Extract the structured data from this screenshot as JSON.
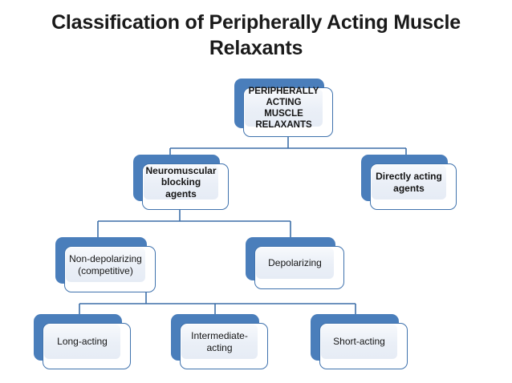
{
  "title": "Classification of Peripherally Acting Muscle Relaxants",
  "theme": {
    "shadow_blue": "#4a7ebb",
    "border_blue": "#3f72ad",
    "connector_blue": "#3d6fa8",
    "panel_fill": "#eaeff7",
    "text_color": "#151515",
    "background": "#ffffff"
  },
  "chart_data": {
    "type": "diagram",
    "subtype": "hierarchy-tree",
    "title": "Classification of Peripherally Acting Muscle Relaxants",
    "levels": 4,
    "nodes": [
      {
        "id": "root",
        "label": "PERIPHERALLY ACTING MUSCLE RELAXANTS",
        "level": 0,
        "style": "uppercase-bold",
        "parent": null
      },
      {
        "id": "nmba",
        "label": "Neuromuscular blocking agents",
        "level": 1,
        "style": "bold",
        "parent": "root"
      },
      {
        "id": "direct",
        "label": "Directly acting agents",
        "level": 1,
        "style": "bold",
        "parent": "root"
      },
      {
        "id": "nondepol",
        "label": "Non-depolarizing (competitive)",
        "level": 2,
        "style": "regular",
        "parent": "nmba"
      },
      {
        "id": "depol",
        "label": "Depolarizing",
        "level": 2,
        "style": "regular",
        "parent": "nmba"
      },
      {
        "id": "long",
        "label": "Long-acting",
        "level": 3,
        "style": "regular",
        "parent": "nondepol"
      },
      {
        "id": "inter",
        "label": "Intermediate-acting",
        "level": 3,
        "style": "regular",
        "parent": "nondepol"
      },
      {
        "id": "short",
        "label": "Short-acting",
        "level": 3,
        "style": "regular",
        "parent": "nondepol"
      }
    ],
    "edges": [
      {
        "from": "root",
        "to": "nmba"
      },
      {
        "from": "root",
        "to": "direct"
      },
      {
        "from": "nmba",
        "to": "nondepol"
      },
      {
        "from": "nmba",
        "to": "depol"
      },
      {
        "from": "nondepol",
        "to": "long"
      },
      {
        "from": "nondepol",
        "to": "inter"
      },
      {
        "from": "nondepol",
        "to": "short"
      }
    ]
  },
  "nodes": {
    "root": {
      "label": "PERIPHERALLY\nACTING MUSCLE\nRELAXANTS"
    },
    "nmba": {
      "label": "Neuromuscular\nblocking agents"
    },
    "direct": {
      "label": "Directly acting\nagents"
    },
    "nondepol": {
      "label": "Non-depolarizing\n(competitive)"
    },
    "depol": {
      "label": "Depolarizing"
    },
    "long": {
      "label": "Long-acting"
    },
    "inter": {
      "label": "Intermediate-\nacting"
    },
    "short": {
      "label": "Short-acting"
    }
  }
}
